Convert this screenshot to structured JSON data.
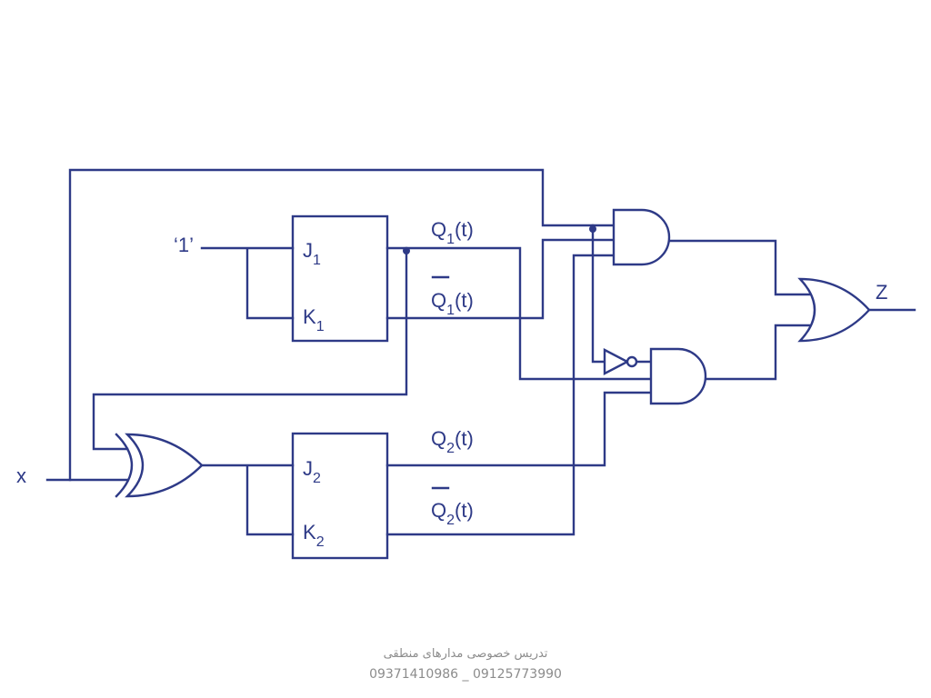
{
  "labels": {
    "const_one": "‘1’",
    "input_x": "x",
    "output_z": "Z",
    "ff1_j": "J",
    "ff1_j_sub": "1",
    "ff1_k": "K",
    "ff1_k_sub": "1",
    "ff2_j": "J",
    "ff2_j_sub": "2",
    "ff2_k": "K",
    "ff2_k_sub": "2",
    "q1": "Q",
    "q1_sub": "1",
    "q1_t": "(t)",
    "q1bar": "Q",
    "q1bar_sub": "1",
    "q1bar_t": "(t)",
    "q2": "Q",
    "q2_sub": "2",
    "q2_t": "(t)",
    "q2bar": "Q",
    "q2bar_sub": "2",
    "q2bar_t": "(t)"
  },
  "footer": {
    "line1": "تدریس  خصوصی مدارهای منطقی",
    "line2": "09371410986 _ 09125773990"
  },
  "colors": {
    "ink": "#2e3a87",
    "footer": "#8c8c8c"
  }
}
